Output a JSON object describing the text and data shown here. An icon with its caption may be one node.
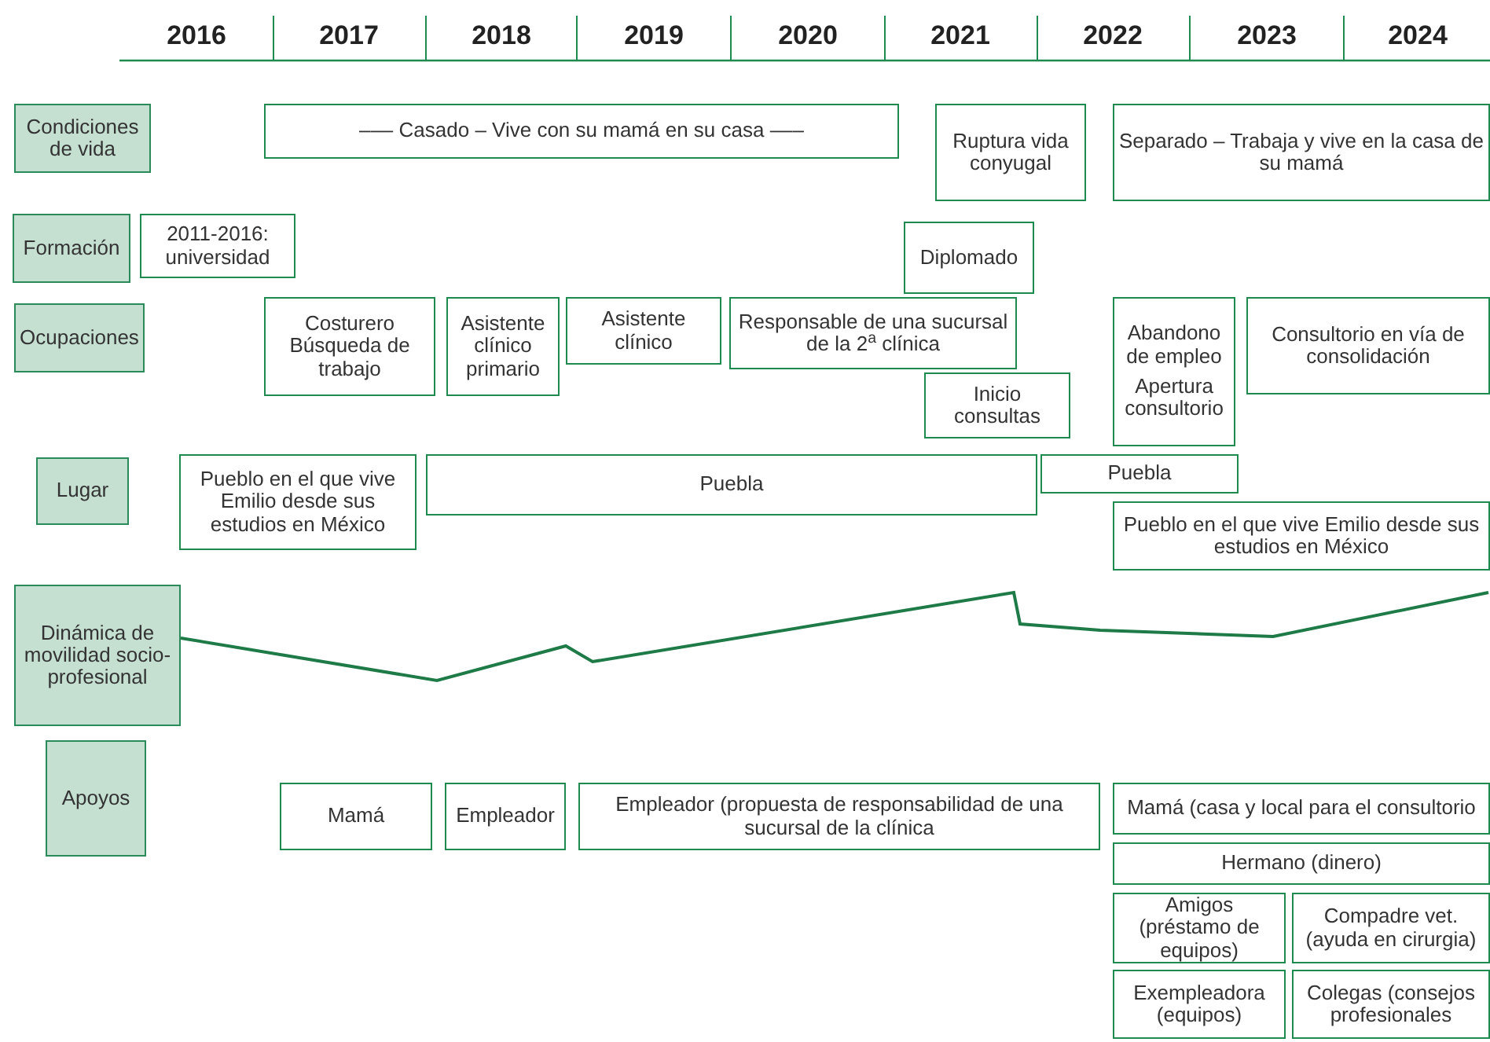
{
  "diagram": {
    "nodes": [
      {
        "text": [
          "Condiciones de vida"
        ]
      },
      {
        "text": [
          "––– Casado – Vive con su mamá en su casa –––"
        ]
      },
      {
        "text": [
          "Ruptura vida conyugal"
        ]
      },
      {
        "text": [
          "Separado – Trabaja y vive en la casa de su mamá"
        ]
      },
      {
        "text": [
          "Formación"
        ]
      },
      {
        "text": [
          "2011-2016: universidad"
        ]
      },
      {
        "text": [
          "Diplomado"
        ]
      },
      {
        "text": [
          "Ocupaciones"
        ]
      },
      {
        "text": [
          "Costurero Búsqueda de trabajo"
        ]
      },
      {
        "text": [
          "Asistente clínico primario"
        ]
      },
      {
        "text": [
          "Asistente clínico"
        ]
      },
      {
        "text": [
          "Responsable de una sucursal de la 2$^{a}$ clínica"
        ]
      },
      {
        "text": [
          "Inicio consultas"
        ]
      },
      {
        "text": [
          "Abandono de empleo",
          "Apertura consultorio"
        ]
      },
      {
        "text": [
          "Consultorio en vía de consolidación"
        ]
      },
      {
        "text": [
          "Lugar"
        ]
      },
      {
        "text": [
          "Pueblo en el que vive Emilio desde sus estudios en México"
        ]
      },
      {
        "text": [
          "Puebla"
        ]
      },
      {
        "text": [
          "Puebla"
        ]
      },
      {
        "text": [
          "Pueblo en el que vive Emilio desde sus estudios en México"
        ]
      },
      {
        "text": [
          "Dinámica de movilidad socio-profesional"
        ]
      },
      {
        "text": [
          "Apoyos"
        ]
      },
      {
        "text": [
          "Mamá"
        ]
      },
      {
        "text": [
          "Empleador"
        ]
      },
      {
        "text": [
          "Empleador (propuesta de responsabilidad de una sucursal de la clínica"
        ]
      },
      {
        "text": [
          "Mamá (casa y local para el consultorio"
        ]
      },
      {
        "text": [
          "Hermano (dinero)"
        ]
      },
      {
        "text": [
          "Amigos (préstamo de equipos)"
        ]
      },
      {
        "text": [
          "Compadre vet. (ayuda en cirurgia)"
        ]
      },
      {
        "text": [
          "Exempleadora (equipos)"
        ]
      },
      {
        "text": [
          "Colegas (consejos profesionales"
        ]
      }
    ],
    "labels": [
      "2016",
      "2017",
      "2018",
      "2019",
      "2020",
      "2021",
      "2022",
      "2023",
      "2024"
    ]
  }
}
